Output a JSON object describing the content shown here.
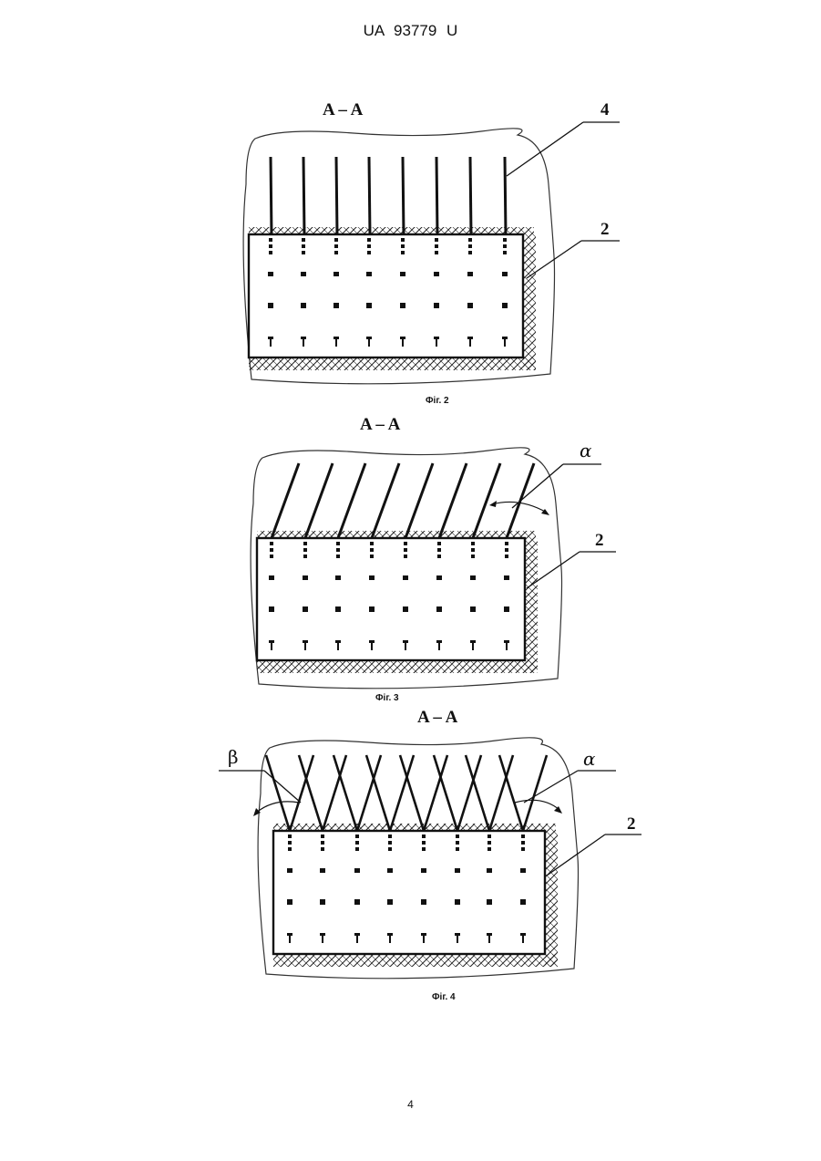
{
  "header": {
    "patent_number": "UA   93779   U"
  },
  "figures": [
    {
      "id": "fig2",
      "section_label": "A – A",
      "caption": "Фіг. 2",
      "refs": {
        "anchor": "4",
        "body": "2"
      }
    },
    {
      "id": "fig3",
      "section_label": "A – A",
      "caption": "Фіг. 3",
      "refs": {
        "angle": "α",
        "body": "2"
      }
    },
    {
      "id": "fig4",
      "section_label": "A – A",
      "caption": "Фіг. 4",
      "refs": {
        "angle_left": "β",
        "angle_right": "α",
        "body": "2"
      }
    }
  ],
  "footer": {
    "page_number": "4"
  }
}
